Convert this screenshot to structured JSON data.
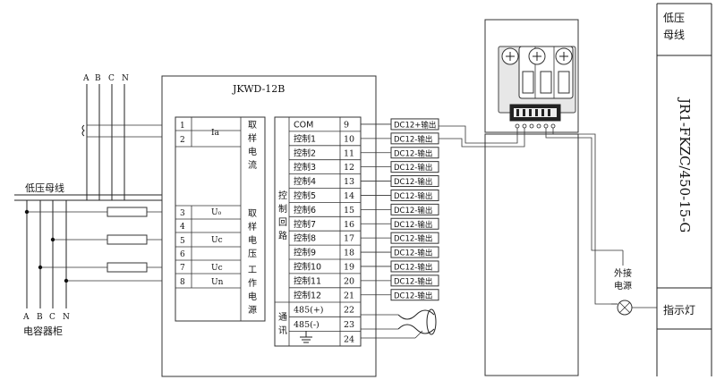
{
  "bus_phases": [
    "A",
    "B",
    "C",
    "N"
  ],
  "cabinet_phases": [
    "A",
    "B",
    "C",
    "N"
  ],
  "low_voltage_busbar": "低压母线",
  "capacitor_cabinet": "电容器柜",
  "controller": {
    "model": "JKWD-12B",
    "current_terminals": [
      {
        "num": "1",
        "label": "Ia"
      },
      {
        "num": "2",
        "label": ""
      }
    ],
    "voltage_terminals": [
      {
        "num": "3",
        "label": "U₀"
      },
      {
        "num": "4",
        "label": ""
      },
      {
        "num": "5",
        "label": "Uc"
      },
      {
        "num": "6",
        "label": ""
      },
      {
        "num": "7",
        "label": "Uc"
      },
      {
        "num": "8",
        "label": "Un"
      }
    ],
    "current_sampling": "取样电流",
    "voltage_sampling": "取样电压",
    "working_power": "工作电源",
    "control_loop": "控制回路",
    "communication": "通讯",
    "control_rows": [
      {
        "label": "COM",
        "num": "9"
      },
      {
        "label": "控制1",
        "num": "10"
      },
      {
        "label": "控制2",
        "num": "11"
      },
      {
        "label": "控制3",
        "num": "12"
      },
      {
        "label": "控制4",
        "num": "13"
      },
      {
        "label": "控制5",
        "num": "14"
      },
      {
        "label": "控制6",
        "num": "15"
      },
      {
        "label": "控制7",
        "num": "16"
      },
      {
        "label": "控制8",
        "num": "17"
      },
      {
        "label": "控制9",
        "num": "18"
      },
      {
        "label": "控制10",
        "num": "19"
      },
      {
        "label": "控制11",
        "num": "20"
      },
      {
        "label": "控制12",
        "num": "21"
      }
    ],
    "comm_rows": [
      {
        "label": "485(+)",
        "num": "22"
      },
      {
        "label": "485(-)",
        "num": "23"
      },
      {
        "label": "",
        "num": "24"
      }
    ],
    "output_labels": [
      "DC12+输出",
      "DC12-输出",
      "DC12-输出",
      "DC12-输出",
      "DC12-输出",
      "DC12-输出",
      "DC12-输出",
      "DC12-输出",
      "DC12-输出",
      "DC12-输出",
      "DC12-输出",
      "DC12-输出",
      "DC12-输出"
    ]
  },
  "panel": {
    "top_label": "低压母线",
    "model": "JR1-FKZC/450-15-G",
    "external_power": "外接电源",
    "indicator_light": "指示灯"
  }
}
